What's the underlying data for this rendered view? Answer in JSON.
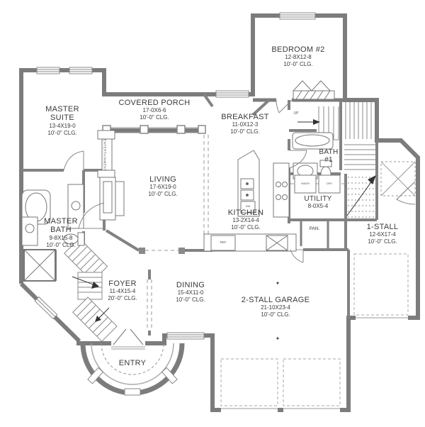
{
  "meta": {
    "drawing_type": "residential first-floor plan"
  },
  "colors": {
    "background": "#ffffff",
    "wall": "#7c7c7c",
    "line": "#777777",
    "text": "#3a3a3a"
  },
  "rooms": [
    {
      "id": "master-suite",
      "name": "MASTER SUITE",
      "dims": "13-4X19-0",
      "clg": "10'-0\" CLG."
    },
    {
      "id": "covered-porch",
      "name": "COVERED PORCH",
      "dims": "17-0X6-6",
      "clg": "10'-0\" CLG."
    },
    {
      "id": "bedroom-2",
      "name": "BEDROOM #2",
      "dims": "12-8X12-8",
      "clg": "10'-0\" CLG."
    },
    {
      "id": "breakfast",
      "name": "BREAKFAST",
      "dims": "11-0X12-3",
      "clg": "10'-0\" CLG."
    },
    {
      "id": "living",
      "name": "LIVING",
      "dims": "17-6X19-0",
      "clg": "10'-0\" CLG."
    },
    {
      "id": "kitchen",
      "name": "KITCHEN",
      "dims": "13-2X14-4",
      "clg": "10'-0\" CLG."
    },
    {
      "id": "bath-1",
      "name": "BATH #1",
      "dims": "",
      "clg": ""
    },
    {
      "id": "utility",
      "name": "UTILITY",
      "dims": "8-0X5-4",
      "clg": ""
    },
    {
      "id": "one-stall",
      "name": "1-STALL",
      "dims": "12-6X17-4",
      "clg": "10'-0\" CLG."
    },
    {
      "id": "master-bath",
      "name": "MASTER BATH",
      "dims": "9-8X15-8",
      "clg": "10'-0\" CLG."
    },
    {
      "id": "foyer",
      "name": "FOYER",
      "dims": "11-4X15-4",
      "clg": "20'-0\" CLG."
    },
    {
      "id": "dining",
      "name": "DINING",
      "dims": "15-4X11-0",
      "clg": "10'-0\" CLG."
    },
    {
      "id": "two-stall-garage",
      "name": "2-STALL GARAGE",
      "dims": "21-10X23-4",
      "clg": "10'-0\" CLG."
    },
    {
      "id": "entry",
      "name": "ENTRY",
      "dims": "",
      "clg": ""
    }
  ],
  "annotations": {
    "entertainment": "ENTERTAINMENT",
    "up": "UP",
    "wash": "WASH",
    "dry": "DRY",
    "dw": "DW",
    "ref": "REF",
    "pan": "PAN."
  }
}
